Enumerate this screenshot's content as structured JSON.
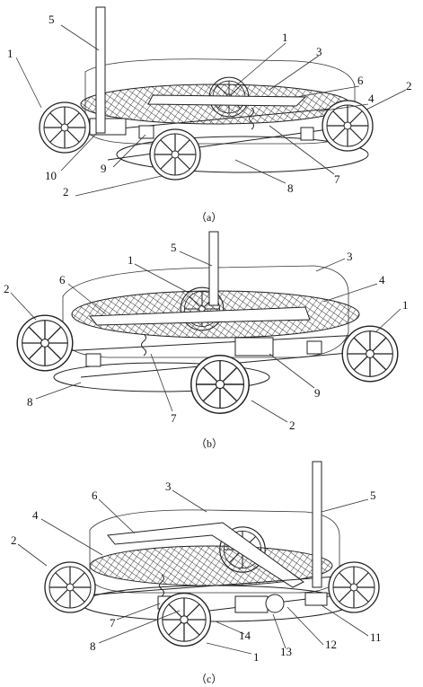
{
  "panels": [
    {
      "caption": "（a）",
      "labels": {
        "l5": "5",
        "l1a": "1",
        "l3": "3",
        "l6": "6",
        "l4": "4",
        "l1b": "1",
        "l2a": "2",
        "l10": "10",
        "l9": "9",
        "l7": "7",
        "l8": "8",
        "l2b": "2"
      }
    },
    {
      "caption": "（b）",
      "labels": {
        "l5": "5",
        "l3": "3",
        "l1a": "1",
        "l6": "6",
        "l4": "4",
        "l2a": "2",
        "l1b": "1",
        "l8": "8",
        "l7": "7",
        "l9": "9",
        "l2b": "2"
      }
    },
    {
      "caption": "（c）",
      "labels": {
        "l3": "3",
        "l5": "5",
        "l6": "6",
        "l4": "4",
        "l2": "2",
        "l7": "7",
        "l8": "8",
        "l14": "14",
        "l13": "13",
        "l12": "12",
        "l11": "11",
        "l1": "1"
      }
    }
  ],
  "colors": {
    "line": "#222222",
    "mesh": "#333333",
    "background": "#ffffff"
  }
}
